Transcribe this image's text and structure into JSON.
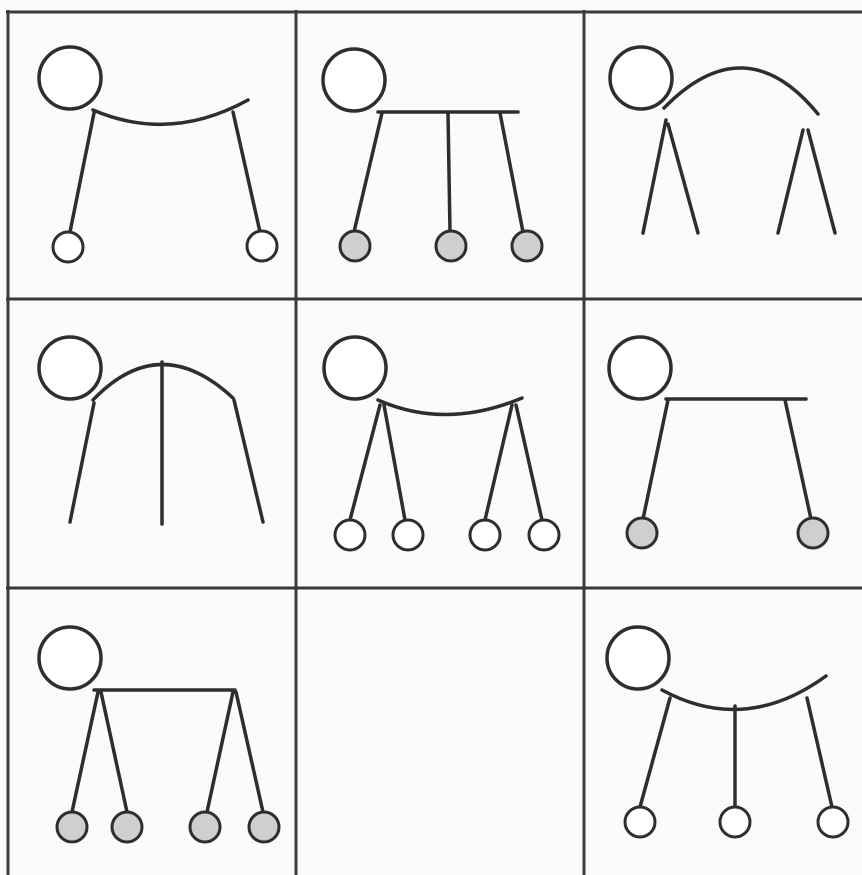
{
  "puzzle": {
    "rows": 3,
    "columns": 3,
    "missing_cell": "row 3, column 2",
    "colors": {
      "line": "#2e2e2e",
      "foot_hollow": "#ffffff",
      "foot_shaded": "#cfcfcf",
      "background": "#fbfbfa"
    },
    "cells": [
      {
        "id": "r1c1",
        "back": "curve-down",
        "legs": 2,
        "foot_groups": [
          1,
          1
        ],
        "feet": "hollow"
      },
      {
        "id": "r1c2",
        "back": "straight",
        "legs": 3,
        "foot_groups": [
          1,
          1,
          1
        ],
        "feet": "shaded"
      },
      {
        "id": "r1c3",
        "back": "arch",
        "legs": 2,
        "foot_groups": [
          2,
          2
        ],
        "feet": "none"
      },
      {
        "id": "r2c1",
        "back": "arch",
        "legs": 3,
        "foot_groups": [
          1,
          1,
          1
        ],
        "feet": "none"
      },
      {
        "id": "r2c2",
        "back": "curve-down",
        "legs": 2,
        "foot_groups": [
          2,
          2
        ],
        "feet": "hollow"
      },
      {
        "id": "r2c3",
        "back": "straight",
        "legs": 2,
        "foot_groups": [
          1,
          1
        ],
        "feet": "shaded"
      },
      {
        "id": "r3c1",
        "back": "straight",
        "legs": 2,
        "foot_groups": [
          2,
          2
        ],
        "feet": "shaded"
      },
      {
        "id": "r3c2",
        "back": "",
        "legs": 0,
        "foot_groups": [],
        "feet": "missing"
      },
      {
        "id": "r3c3",
        "back": "curve-down",
        "legs": 3,
        "foot_groups": [
          1,
          1,
          1
        ],
        "feet": "hollow"
      }
    ]
  }
}
